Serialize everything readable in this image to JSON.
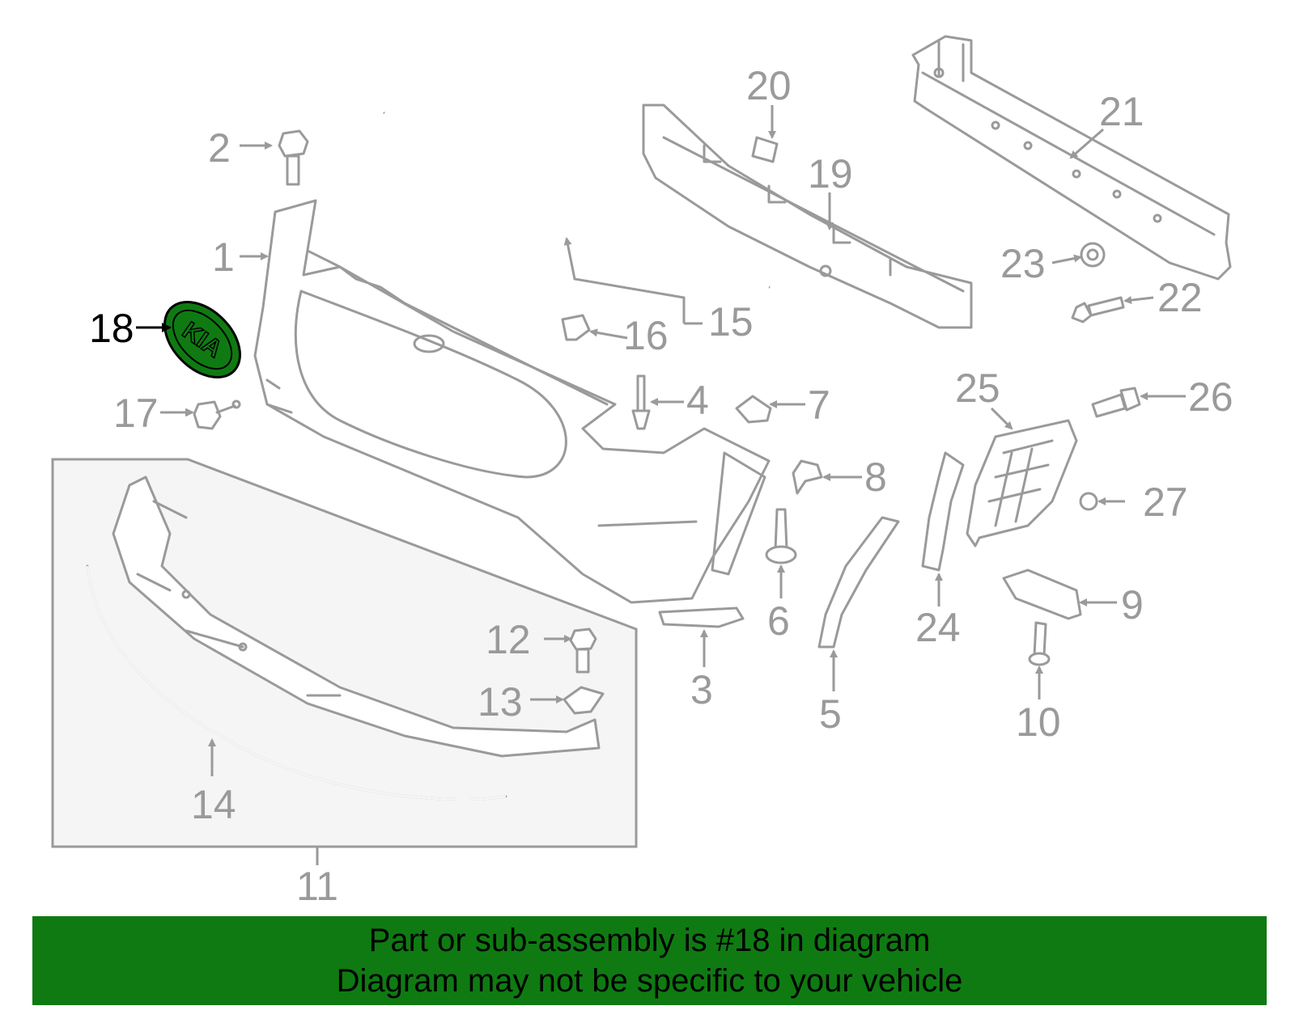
{
  "labels": {
    "l1": "1",
    "l2": "2",
    "l3": "3",
    "l4": "4",
    "l5": "5",
    "l6": "6",
    "l7": "7",
    "l8": "8",
    "l9": "9",
    "l10": "10",
    "l11": "11",
    "l12": "12",
    "l13": "13",
    "l14": "14",
    "l15": "15",
    "l16": "16",
    "l17": "17",
    "l18": "18",
    "l19": "19",
    "l20": "20",
    "l21": "21",
    "l22": "22",
    "l23": "23",
    "l24": "24",
    "l25": "25",
    "l26": "26",
    "l27": "27"
  },
  "emblem_text": "KIA",
  "highlighted_part": "18",
  "colors": {
    "highlight": "#0f7a12",
    "banner": "#0f7a12",
    "line_art": "#9a9a9a",
    "inset_box": "#f5f5f5"
  },
  "banner": {
    "line1": "Part or sub-assembly is #18 in diagram",
    "line2": "Diagram may not be specific to your vehicle"
  }
}
